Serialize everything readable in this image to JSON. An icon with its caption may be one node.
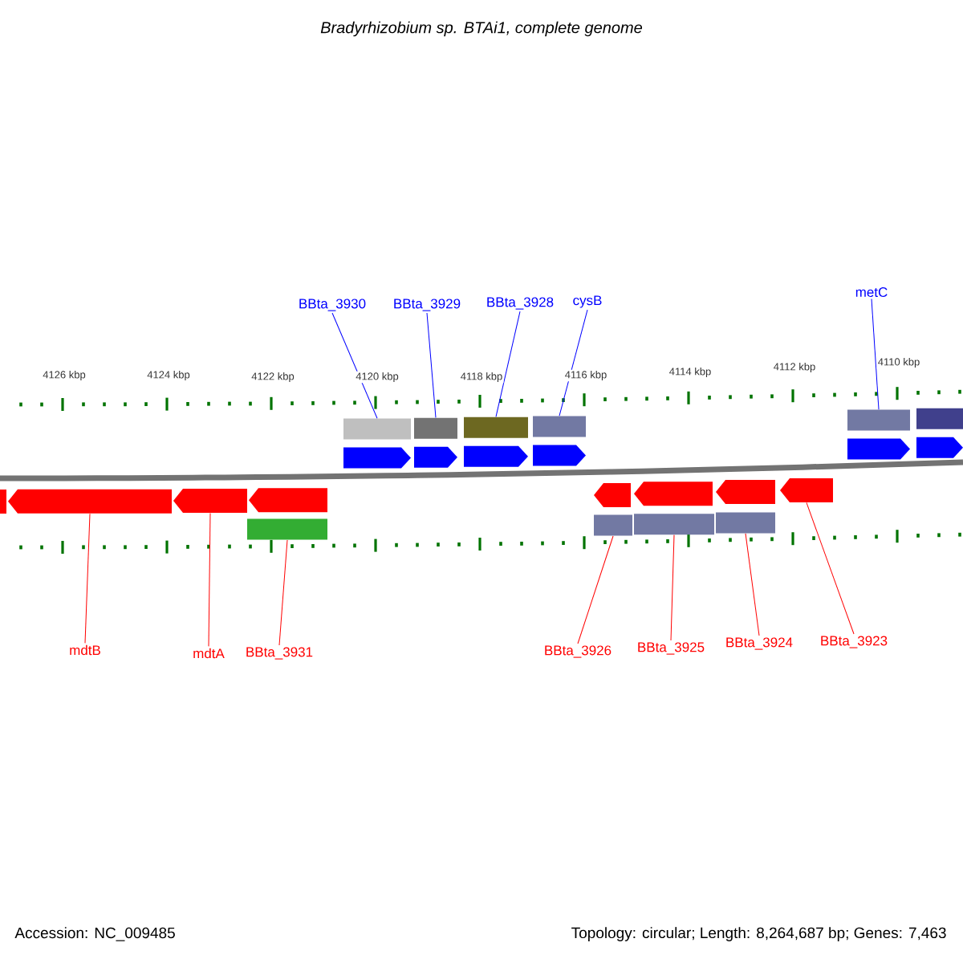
{
  "diagram": {
    "title": "Bradyrhizobium sp. BTAi1, complete genome",
    "nodes": [
      {
        "text": [
          "BBta_3930"
        ]
      },
      {
        "text": [
          "BBta_3929"
        ]
      },
      {
        "text": [
          "BBta_3928"
        ]
      },
      {
        "text": [
          "cysB"
        ]
      },
      {
        "text": [
          "metC"
        ]
      },
      {
        "text": [
          "mdtB"
        ]
      },
      {
        "text": [
          "mdtA"
        ]
      },
      {
        "text": [
          "BBta_3931"
        ]
      },
      {
        "text": [
          "BBta_3926"
        ]
      },
      {
        "text": [
          "BBta_3925"
        ]
      },
      {
        "text": [
          "BBta_3924"
        ]
      },
      {
        "text": [
          "BBta_3923"
        ]
      },
      {
        "text": [],
        "shape": "bar"
      },
      {
        "text": [],
        "shape": "bar"
      },
      {
        "text": [],
        "shape": "bar"
      },
      {
        "text": [],
        "shape": "bar"
      },
      {
        "text": [],
        "shape": "bar"
      },
      {
        "text": [],
        "shape": "bar"
      },
      {
        "text": [],
        "shape": "pentagon"
      },
      {
        "text": [],
        "shape": "pentagon"
      },
      {
        "text": [],
        "shape": "pentagon"
      },
      {
        "text": [],
        "shape": "pentagon"
      },
      {
        "text": [],
        "shape": "pentagon"
      },
      {
        "text": [],
        "shape": "pentagon"
      },
      {
        "text": [],
        "shape": "pentagon"
      },
      {
        "text": [],
        "shape": "pentagon"
      },
      {
        "text": [],
        "shape": "pentagon"
      },
      {
        "text": [],
        "shape": "pentagon"
      },
      {
        "text": [],
        "shape": "pentagon"
      },
      {
        "text": [],
        "shape": "pentagon"
      },
      {
        "text": [],
        "shape": "pentagon"
      },
      {
        "text": [],
        "shape": "pentagon"
      },
      {
        "text": [],
        "shape": "bar"
      },
      {
        "text": [],
        "shape": "bar"
      },
      {
        "text": [],
        "shape": "bar"
      },
      {
        "text": [],
        "shape": "bar"
      }
    ],
    "edges": [
      {
        "from": 0,
        "to": 12,
        "arrow": "none",
        "color": "#0000ff"
      },
      {
        "from": 1,
        "to": 13,
        "arrow": "none",
        "color": "#0000ff"
      },
      {
        "from": 2,
        "to": 14,
        "arrow": "none",
        "color": "#0000ff"
      },
      {
        "from": 3,
        "to": 15,
        "arrow": "none",
        "color": "#0000ff"
      },
      {
        "from": 4,
        "to": 16,
        "arrow": "none",
        "color": "#0000ff"
      },
      {
        "from": 5,
        "to": 25,
        "arrow": "none",
        "color": "#ff0000"
      },
      {
        "from": 6,
        "to": 26,
        "arrow": "none",
        "color": "#ff0000"
      },
      {
        "from": 7,
        "to": 32,
        "arrow": "none",
        "color": "#ff0000"
      },
      {
        "from": 8,
        "to": 33,
        "arrow": "none",
        "color": "#ff0000"
      },
      {
        "from": 9,
        "to": 34,
        "arrow": "none",
        "color": "#ff0000"
      },
      {
        "from": 10,
        "to": 35,
        "arrow": "none",
        "color": "#ff0000"
      },
      {
        "from": 11,
        "to": 31,
        "arrow": "none",
        "color": "#ff0000"
      }
    ],
    "labels": [
      "4126 kbp",
      "4124 kbp",
      "4122 kbp",
      "4120 kbp",
      "4118 kbp",
      "4116 kbp",
      "4114 kbp",
      "4112 kbp",
      "4110 kbp",
      "Accession: NC_009485",
      "Topology: circular; Length: 8,264,687 bp; Genes: 7,463"
    ]
  }
}
